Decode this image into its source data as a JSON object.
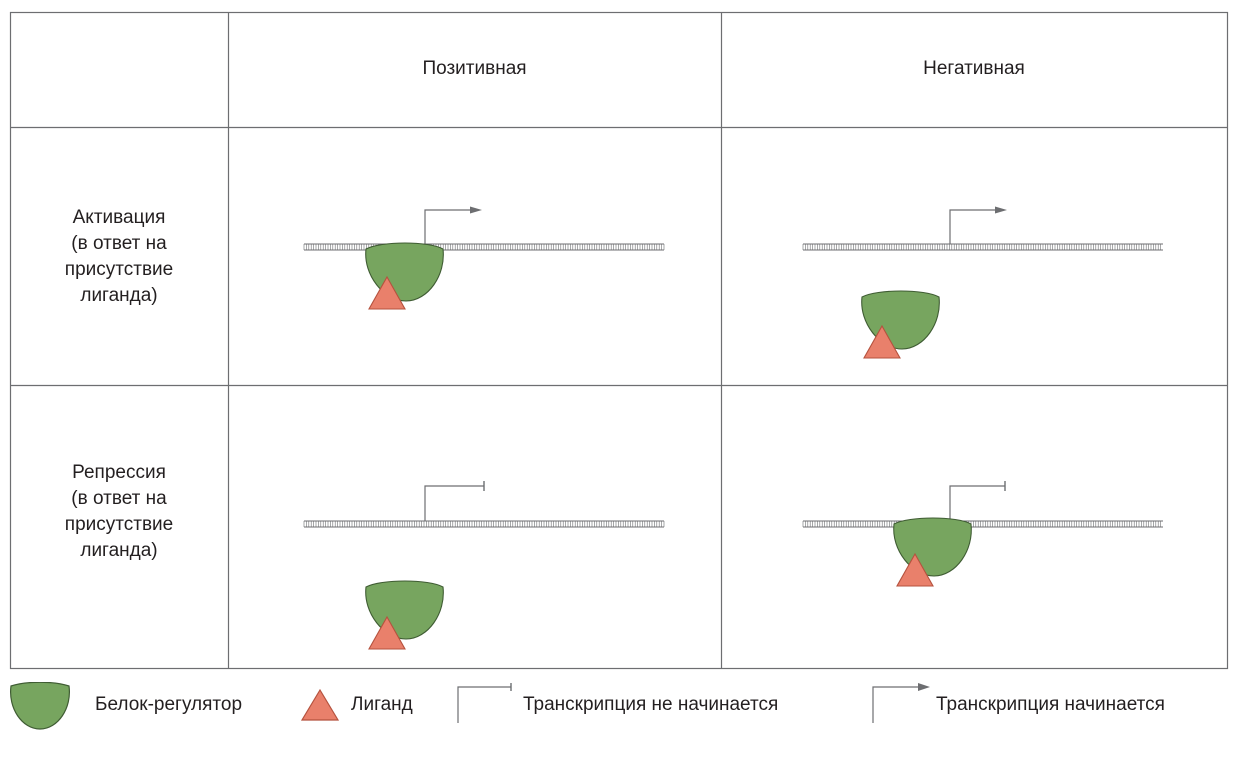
{
  "table": {
    "col_headers": [
      "",
      "Позитивная",
      "Негативная"
    ],
    "rows": [
      {
        "label": "Активация\n(в ответ на\nприсутствие\nлиганда)",
        "positive": {
          "protein_bound": true,
          "ligand": true,
          "transcription": "starts"
        },
        "negative": {
          "protein_bound": false,
          "ligand": true,
          "transcription": "starts"
        }
      },
      {
        "label": "Репрессия\n(в ответ на\nприсутствие\nлиганда)",
        "positive": {
          "protein_bound": false,
          "ligand": true,
          "transcription": "does-not-start"
        },
        "negative": {
          "protein_bound": true,
          "ligand": true,
          "transcription": "does-not-start"
        }
      }
    ]
  },
  "legend": {
    "protein": "Белок-регулятор",
    "ligand": "Лиганд",
    "no_transcription": "Транскрипция не начинается",
    "transcription": "Транскрипция начинается"
  },
  "colors": {
    "protein": "#77a55f",
    "protein_stroke": "#3f5c33",
    "ligand": "#e9806b",
    "ligand_stroke": "#b5523e",
    "line": "#6d6e71"
  }
}
